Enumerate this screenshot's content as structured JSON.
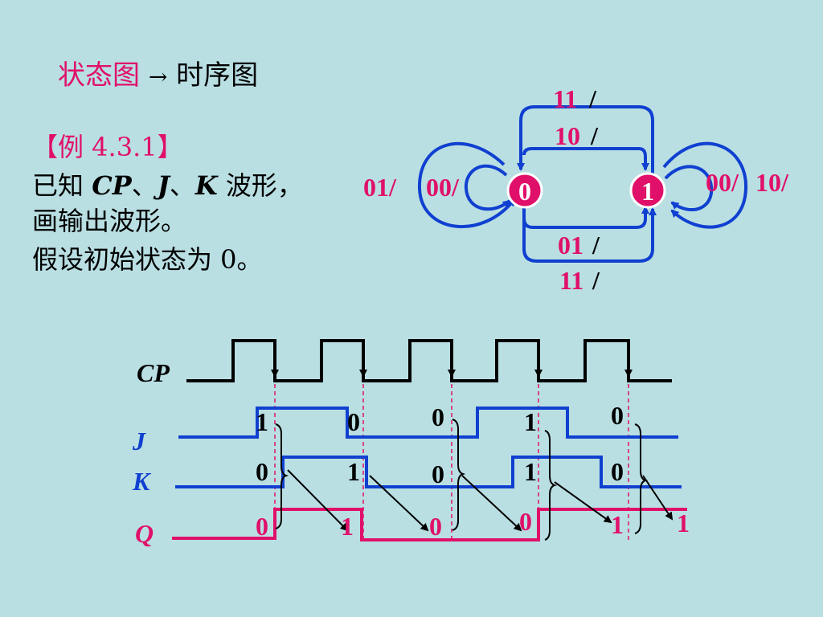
{
  "title": {
    "part1": "状态图",
    "arrow": "→",
    "part2": "时序图"
  },
  "example": {
    "heading": "【例 4.3.1】",
    "line1_prefix": "已知 ",
    "line1_cp": "CP",
    "line1_sep1": "、",
    "line1_j": "J",
    "line1_sep2": "、",
    "line1_k": "K",
    "line1_suffix": " 波形，",
    "line2": "画输出波形。",
    "line3": "假设初始状态为 0。"
  },
  "state_diagram": {
    "states": [
      "0",
      "1"
    ],
    "labels": {
      "self0_outer": "01/",
      "self0_inner": "00/",
      "top_outer": "11",
      "top_inner": "10",
      "bottom_inner": "01",
      "bottom_outer": "11",
      "slash": "/",
      "self1_inner": "00/",
      "self1_outer": "10/"
    },
    "colors": {
      "arc": "#1040d0",
      "state_fill": "#e0106a",
      "label": "#e0106a"
    }
  },
  "timing": {
    "signals": {
      "cp": "CP",
      "j": "J",
      "k": "K",
      "q": "Q"
    },
    "j_values": [
      "1",
      "0",
      "0",
      "1",
      "0"
    ],
    "k_values": [
      "0",
      "1",
      "0",
      "1",
      "0"
    ],
    "q_values": [
      "0",
      "1",
      "0",
      "0",
      "1",
      "1"
    ],
    "colors": {
      "cp": "#000000",
      "jk": "#1040d0",
      "q": "#e0106a"
    }
  }
}
